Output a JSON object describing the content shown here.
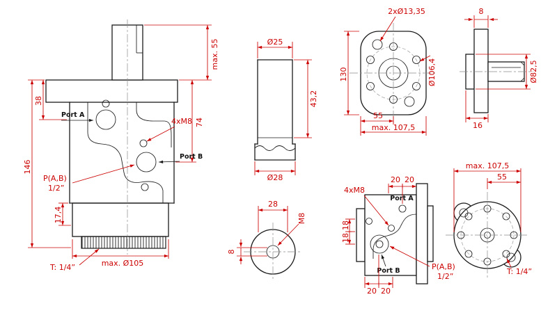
{
  "title": "Hydraulic motor dimensional drawing",
  "colors": {
    "dimension": "#cc0000",
    "outline": "#1a1a1a"
  },
  "views": {
    "front": {
      "shaft_height": "max. 55",
      "port_a_offset": "38",
      "total_height": "146",
      "port_b_offset": "74",
      "port_a": "Port A",
      "bolts": "4xM8",
      "port_b": "Port B",
      "ports_line1": "P(A,B)",
      "ports_line2": "1/2”",
      "step_height": "17,4",
      "body_diameter": "max. Ø105",
      "drain": "T: 1/4”"
    },
    "shaft": {
      "dia_top": "Ø25",
      "length": "43,2",
      "dia_bottom": "Ø28"
    },
    "port_face": {
      "width": "28",
      "thread": "M8",
      "depth": "8"
    },
    "flange_face": {
      "mount_holes": "2xØ13,35",
      "height": "130",
      "bolt_circle": "Ø106,4",
      "half_width": "55",
      "max_width": "max. 107,5"
    },
    "flange_side": {
      "plate_thickness": "8",
      "pilot_diameter": "Ø82,5",
      "total_thickness": "16"
    },
    "port_side": {
      "bolts": "4xM8",
      "top_spacing_1": "20",
      "top_spacing_2": "20",
      "port_a": "Port A",
      "side_spacing_1": "18",
      "side_spacing_2": "18",
      "port_b": "Port B",
      "ports_line1": "P(A,B)",
      "ports_line2": "1/2”",
      "bottom_spacing_1": "20",
      "bottom_spacing_2": "20"
    },
    "rear": {
      "max_width": "max. 107,5",
      "half_width": "55",
      "drain": "T: 1/4”"
    }
  }
}
